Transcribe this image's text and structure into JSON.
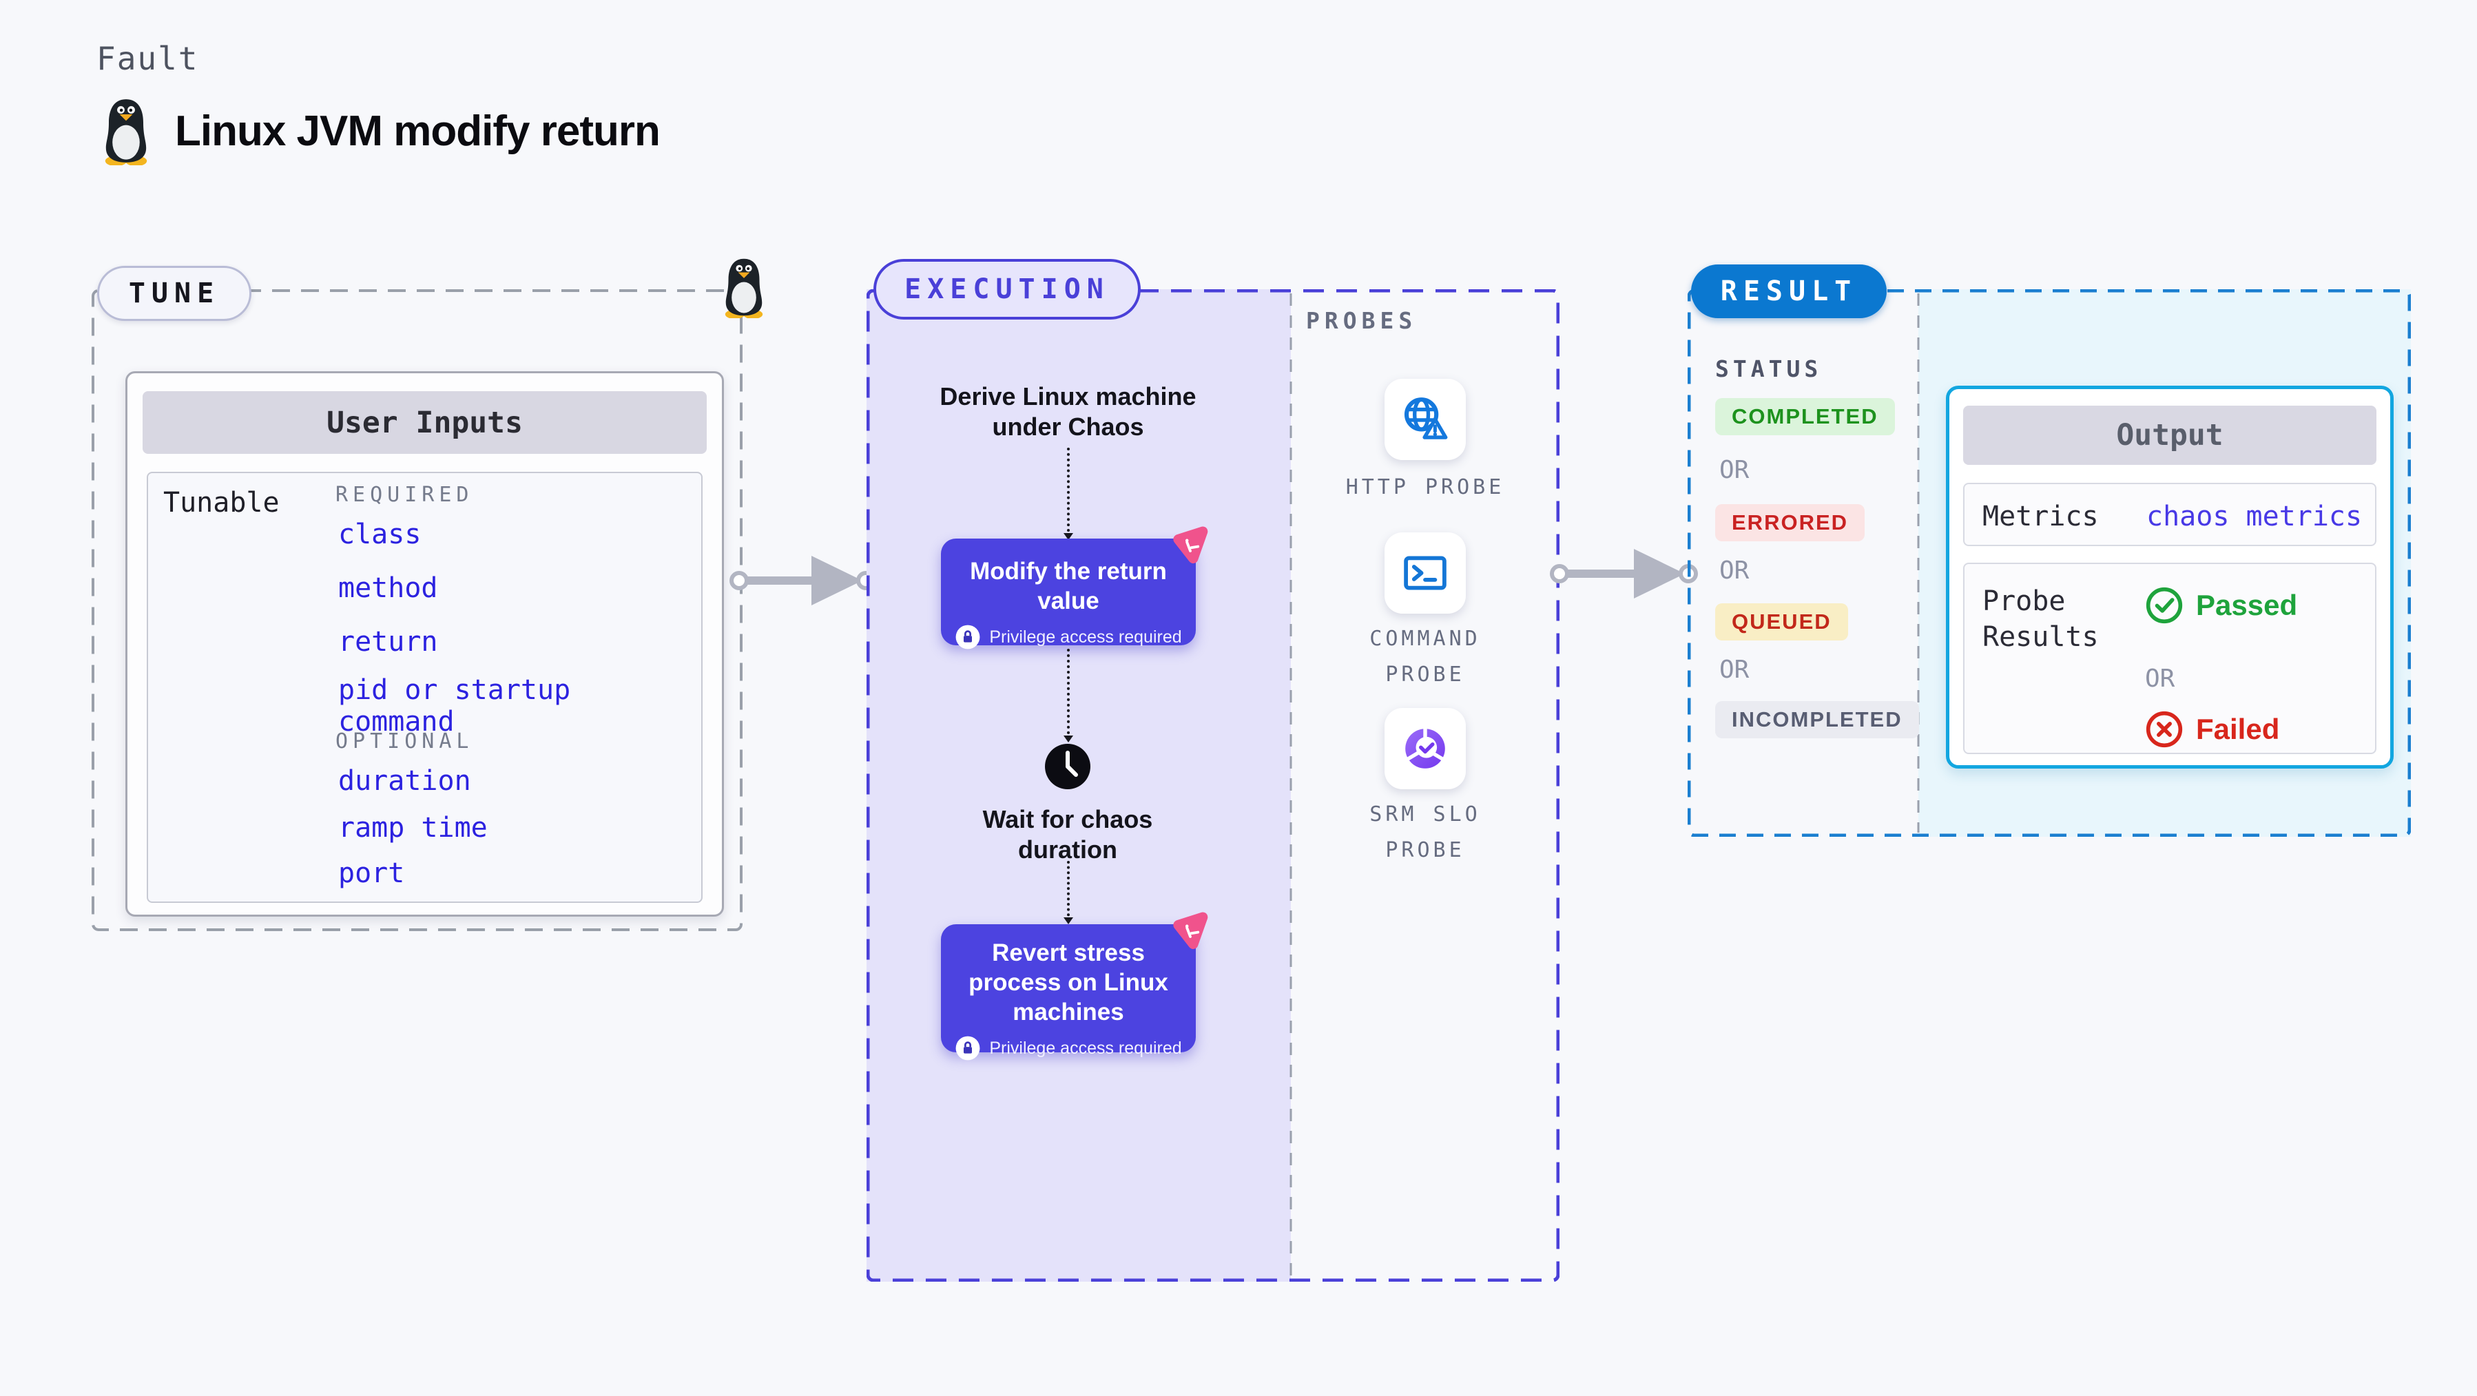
{
  "page": {
    "kicker": "Fault",
    "title": "Linux JVM modify return"
  },
  "tune": {
    "badge": "TUNE",
    "card_title": "User Inputs",
    "row_label": "Tunable",
    "required_label": "REQUIRED",
    "required_items": [
      "class",
      "method",
      "return",
      "pid or startup command"
    ],
    "optional_label": "OPTIONAL",
    "optional_items": [
      "duration",
      "ramp time",
      "port"
    ]
  },
  "execution": {
    "badge": "EXECUTION",
    "derive_label": "Derive Linux machine under Chaos",
    "modify_card": {
      "title": "Modify the return value",
      "privilege": "Privilege access required"
    },
    "wait_label": "Wait for chaos duration",
    "revert_card": {
      "title": "Revert stress process on Linux machines",
      "privilege": "Privilege access required"
    },
    "probes": {
      "heading": "PROBES",
      "items": [
        {
          "label": "HTTP PROBE",
          "icon": "globe-alert-icon"
        },
        {
          "label": "COMMAND PROBE",
          "icon": "terminal-icon"
        },
        {
          "label": "SRM SLO PROBE",
          "icon": "slo-donut-check-icon"
        }
      ]
    }
  },
  "result": {
    "badge": "RESULT",
    "status_heading": "STATUS",
    "or_label": "OR",
    "statuses": [
      {
        "label": "COMPLETED",
        "type": "completed"
      },
      {
        "label": "ERRORED",
        "type": "errored"
      },
      {
        "label": "QUEUED",
        "type": "queued"
      },
      {
        "label": "INCOMPLETED",
        "type": "incompleted"
      }
    ],
    "output": {
      "title": "Output",
      "metrics_label": "Metrics",
      "metrics_value": "chaos metrics",
      "probe_results_label": "Probe Results",
      "passed_label": "Passed",
      "or_label": "OR",
      "failed_label": "Failed"
    }
  },
  "colors": {
    "page_bg": "#f7f8fb",
    "tune_dash": "#9aa0aa",
    "execution_accent": "#4a40d8",
    "execution_panel": "#e4e2fa",
    "step_card": "#4c43e0",
    "chaos_pink": "#f0538c",
    "result_dash": "#1b7fd0",
    "result_badge": "#0b78d0",
    "result_panel": "#e8f6fc",
    "output_border": "#12a6e0",
    "input_link_blue": "#2c22e0",
    "completed_green": "#1d921d",
    "errored_red": "#c92222",
    "queued_yellow_bg": "#f9eec5",
    "passed_green": "#1ea33c",
    "failed_red": "#d8261c",
    "http_probe_blue": "#1478dd",
    "srm_purple": "#8a56f2"
  }
}
